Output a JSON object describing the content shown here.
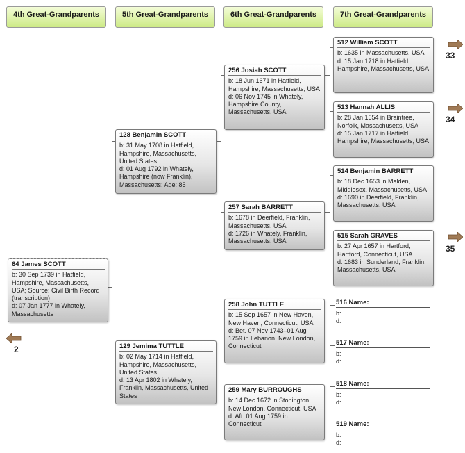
{
  "headers": [
    "4th Great-Grandparents",
    "5th Great-Grandparents",
    "6th Great-Grandparents",
    "7th Great-Grandparents"
  ],
  "persons": {
    "p64": {
      "name": "64 James SCOTT",
      "lines": [
        "b: 30 Sep 1739 in Hatfield, Hampshire, Massachusetts, USA; Source: Civil Birth Record (transcription)",
        "d: 07 Jan 1777 in Whately, Massachusetts"
      ]
    },
    "p128": {
      "name": "128 Benjamin SCOTT",
      "lines": [
        "b: 31 May 1708 in Hatfield, Hampshire, Massachusetts, United States",
        "d: 01 Aug 1792 in Whately, Hampshire (now Franklin), Massachusetts; Age: 85"
      ]
    },
    "p129": {
      "name": "129 Jemima TUTTLE",
      "lines": [
        "b: 02 May 1714 in Hatfield, Hampshire, Massachusetts, United States",
        "d: 13 Apr 1802 in Whately, Franklin, Massachusetts, United States"
      ]
    },
    "p256": {
      "name": "256 Josiah SCOTT",
      "lines": [
        "b: 18 Jun 1671 in Hatfield, Hampshire, Massachusetts, USA",
        "d: 06 Nov 1745 in Whately, Hampshire County, Massachusetts, USA"
      ]
    },
    "p257": {
      "name": "257 Sarah BARRETT",
      "lines": [
        "b: 1678 in Deerfield, Franklin, Massachusetts, USA",
        "d: 1726 in Whately, Franklin, Massachusetts, USA"
      ]
    },
    "p258": {
      "name": "258 John TUTTLE",
      "lines": [
        "b: 15 Sep 1657 in New Haven, New Haven, Connecticut, USA",
        "d: Bet. 07 Nov 1743–01 Aug 1759 in Lebanon, New London, Connecticut"
      ]
    },
    "p259": {
      "name": "259 Mary BURROUGHS",
      "lines": [
        "b: 14 Dec 1672 in Stonington, New London, Connecticut, USA",
        "d: Aft. 01 Aug 1759 in Connecticut"
      ]
    },
    "p512": {
      "name": "512 William SCOTT",
      "lines": [
        "b: 1635 in Massachusetts, USA",
        "d: 15 Jan 1718 in Hatfield, Hampshire, Massachusetts, USA"
      ]
    },
    "p513": {
      "name": "513 Hannah ALLIS",
      "lines": [
        "b: 28 Jan 1654 in Braintree, Norfolk, Massachusetts, USA",
        "d: 15 Jan 1717 in Hatfield, Hampshire, Massachusetts, USA"
      ]
    },
    "p514": {
      "name": "514 Benjamin BARRETT",
      "lines": [
        "b: 18 Dec 1653 in Malden, Middlesex, Massachusetts, USA",
        "d: 1690 in Deerfield, Franklin, Massachusetts, USA"
      ]
    },
    "p515": {
      "name": "515 Sarah GRAVES",
      "lines": [
        "b: 27 Apr 1657 in Hartford, Hartford, Connecticut, USA",
        "d: 1683 in Sunderland, Franklin, Massachusetts, USA"
      ]
    }
  },
  "blanks": [
    {
      "name": "516 Name:",
      "b": "b:",
      "d": "d:"
    },
    {
      "name": "517 Name:",
      "b": "b:",
      "d": "d:"
    },
    {
      "name": "518 Name:",
      "b": "b:",
      "d": "d:"
    },
    {
      "name": "519 Name:",
      "b": "b:",
      "d": "d:"
    }
  ],
  "nav": {
    "back": "2",
    "n33": "33",
    "n34": "34",
    "n35": "35"
  }
}
